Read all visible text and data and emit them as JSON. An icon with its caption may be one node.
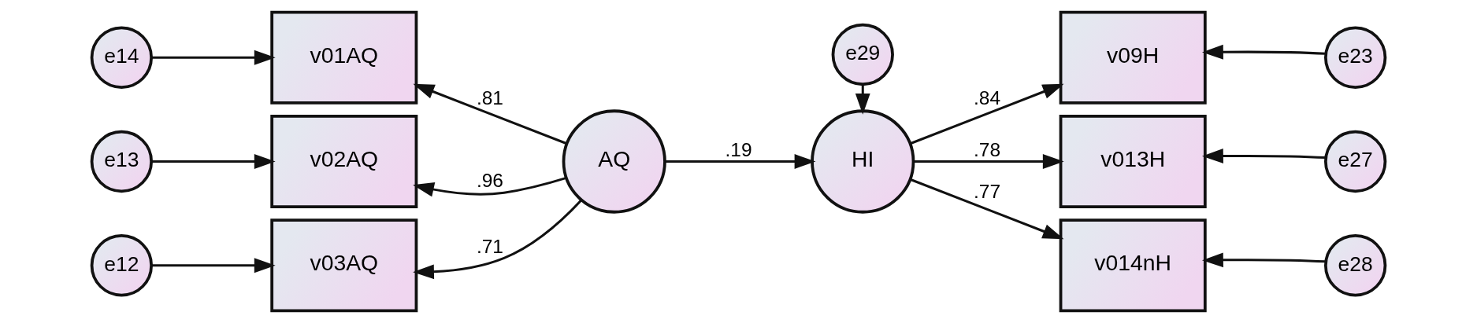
{
  "diagram": {
    "nodes": [
      {
        "text": [
          "e14"
        ]
      },
      {
        "text": [
          "v01AQ"
        ]
      },
      {
        "text": [
          "e13"
        ]
      },
      {
        "text": [
          "v02AQ"
        ]
      },
      {
        "text": [
          "e12"
        ]
      },
      {
        "text": [
          "v03AQ"
        ]
      },
      {
        "text": [
          "AQ"
        ]
      },
      {
        "text": [
          "e29"
        ]
      },
      {
        "text": [
          "HI"
        ]
      },
      {
        "text": [
          "v09H"
        ]
      },
      {
        "text": [
          "e23"
        ]
      },
      {
        "text": [
          "v013H"
        ]
      },
      {
        "text": [
          "e27"
        ]
      },
      {
        "text": [
          "v014nH"
        ]
      },
      {
        "text": [
          "e28"
        ]
      }
    ],
    "edges": [
      {
        "from": 0,
        "to": 1,
        "arrow": "to"
      },
      {
        "from": 2,
        "to": 3,
        "arrow": "to"
      },
      {
        "from": 4,
        "to": 5,
        "arrow": "to"
      },
      {
        "from": 6,
        "to": 1,
        "arrow": "to",
        "label": ".81"
      },
      {
        "from": 6,
        "to": 3,
        "arrow": "to",
        "label": ".96"
      },
      {
        "from": 6,
        "to": 5,
        "arrow": "to",
        "label": ".71"
      },
      {
        "from": 6,
        "to": 8,
        "arrow": "to",
        "label": ".19"
      },
      {
        "from": 7,
        "to": 8,
        "arrow": "to"
      },
      {
        "from": 8,
        "to": 9,
        "arrow": "to",
        "label": ".84"
      },
      {
        "from": 8,
        "to": 11,
        "arrow": "to",
        "label": ".78"
      },
      {
        "from": 8,
        "to": 13,
        "arrow": "to",
        "label": ".77"
      },
      {
        "from": 10,
        "to": 9,
        "arrow": "to"
      },
      {
        "from": 12,
        "to": 11,
        "arrow": "to"
      },
      {
        "from": 14,
        "to": 13,
        "arrow": "to"
      }
    ]
  }
}
